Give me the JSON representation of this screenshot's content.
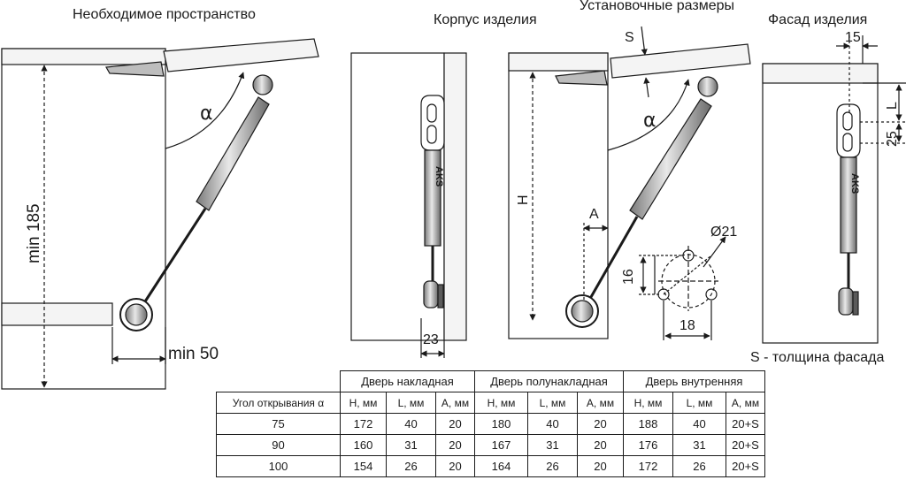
{
  "headings": {
    "required_space": "Необходимое пространство",
    "cabinet_body": "Корпус изделия",
    "mounting_dims": "Установочные размеры",
    "door_face": "Фасад изделия"
  },
  "dims": {
    "min_185": "min 185",
    "min_50": "min 50",
    "d23": "23",
    "s": "S",
    "h": "H",
    "a": "A",
    "d21": "Ø21",
    "d16": "16",
    "d18": "18",
    "d15": "15",
    "l": "L",
    "d25": "25",
    "alpha": "α"
  },
  "note": "S - толщина фасада",
  "brand": "AKS",
  "table": {
    "groups": [
      "Дверь накладная",
      "Дверь полунакладная",
      "Дверь внутренняя"
    ],
    "angle_header": "Угол открывания α",
    "subheaders": [
      "H, мм",
      "L, мм",
      "A, мм",
      "H, мм",
      "L, мм",
      "A, мм",
      "H, мм",
      "L, мм",
      "A, мм"
    ],
    "rows": [
      {
        "angle": "75",
        "cells": [
          "172",
          "40",
          "20",
          "180",
          "40",
          "20",
          "188",
          "40",
          "20+S"
        ]
      },
      {
        "angle": "90",
        "cells": [
          "160",
          "31",
          "20",
          "167",
          "31",
          "20",
          "176",
          "31",
          "20+S"
        ]
      },
      {
        "angle": "100",
        "cells": [
          "154",
          "26",
          "20",
          "164",
          "26",
          "20",
          "172",
          "26",
          "20+S"
        ]
      }
    ]
  }
}
